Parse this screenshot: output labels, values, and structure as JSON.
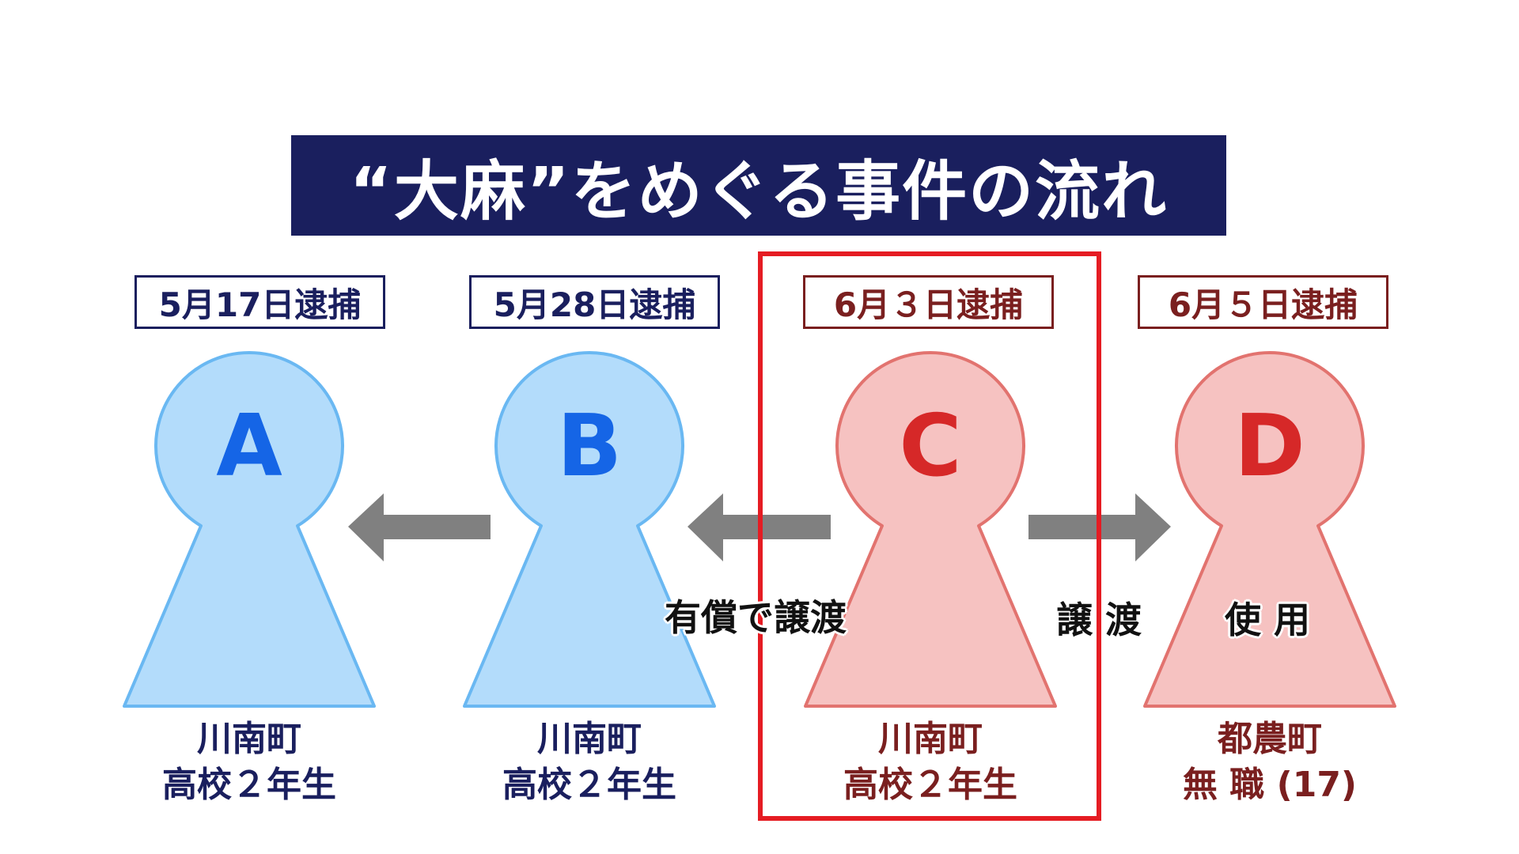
{
  "title": "“大麻”をめぐる事件の流れ",
  "colors": {
    "title_bg": "#1a1f5e",
    "blue_fill": "#b3dcfb",
    "blue_stroke": "#6ab8f2",
    "blue_letter": "#1565e6",
    "red_fill": "#f6c2c1",
    "red_stroke": "#e2736f",
    "red_letter": "#d62828",
    "arrow": "#808080",
    "highlight": "#e51c23"
  },
  "persons": [
    {
      "id": "A",
      "date": "5月17日逮捕",
      "town": "川南町",
      "role": "高校２年生"
    },
    {
      "id": "B",
      "date": "5月28日逮捕",
      "town": "川南町",
      "role": "高校２年生"
    },
    {
      "id": "C",
      "date": "6月３日逮捕",
      "town": "川南町",
      "role": "高校２年生"
    },
    {
      "id": "D",
      "date": "6月５日逮捕",
      "town": "都農町",
      "role": "無 職 (17)"
    }
  ],
  "actions": {
    "c_to_b": "有償で譲渡",
    "c_to_d": "譲 渡",
    "d": "使 用"
  }
}
